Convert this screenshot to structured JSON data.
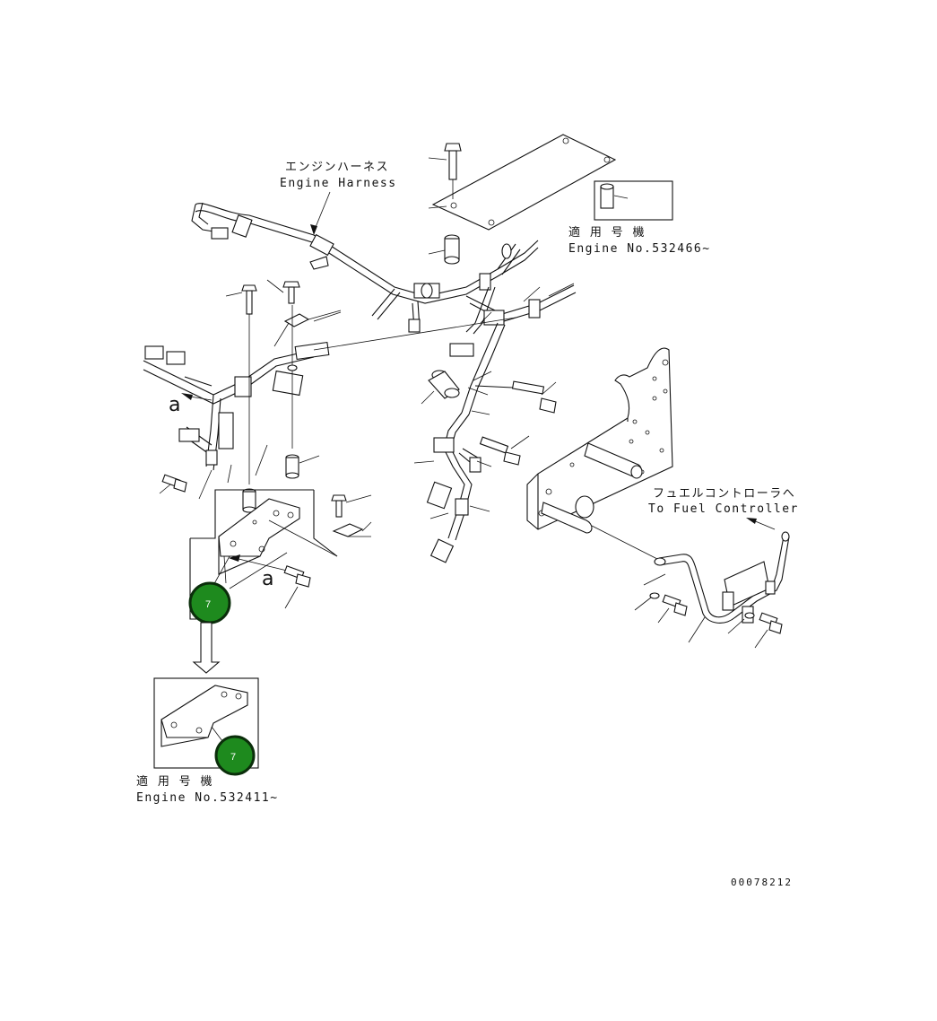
{
  "labels": {
    "engine_harness_jp": "エンジンハーネス",
    "engine_harness_en": "Engine Harness",
    "applicable_jp_1": "適 用 号 機",
    "engine_no_1": "Engine No.532466~",
    "fuel_controller_jp": "フュエルコントローラへ",
    "fuel_controller_en": "To Fuel Controller",
    "applicable_jp_2": "適 用 号 機",
    "engine_no_2": "Engine No.532411~",
    "figure_number": "00078212",
    "view_letter_left": "a",
    "view_letter_center": "a"
  },
  "callouts": [
    {
      "number": "7",
      "color": "#1e8a1e"
    },
    {
      "number": "7",
      "color": "#1e8a1e"
    }
  ],
  "colors": {
    "line": "#111111",
    "callout_fill": "#1e8a1e",
    "callout_ring": "#0b2e0b",
    "background": "#ffffff"
  }
}
